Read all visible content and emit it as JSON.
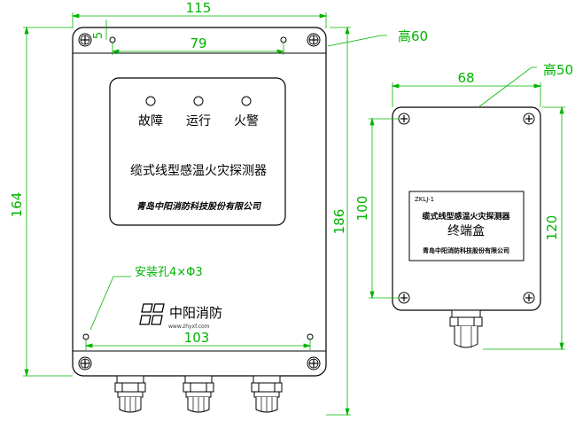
{
  "dims": {
    "main_width": "115",
    "top_offset": "5",
    "hole_span_top": "79",
    "main_height_label": "高60",
    "left_height": "164",
    "right_height": "186",
    "bottom_hole_span": "103",
    "mount_note": "安装孔4×Φ3",
    "term_width": "68",
    "term_height_label": "高50",
    "term_inner_height": "100",
    "term_outer_height": "120"
  },
  "detector": {
    "indicators": [
      "故障",
      "运行",
      "火警"
    ],
    "title": "缆式线型感温火灾探测器",
    "company": "青岛中阳消防科技股份有限公司",
    "brand": "中阳消防",
    "url": "www.zhyxf.com"
  },
  "terminal": {
    "tag": "ZKLJ-1",
    "title": "缆式线型感温火灾探测器",
    "name": "终端盒",
    "company": "青岛中阳消防科技股份有限公司"
  }
}
